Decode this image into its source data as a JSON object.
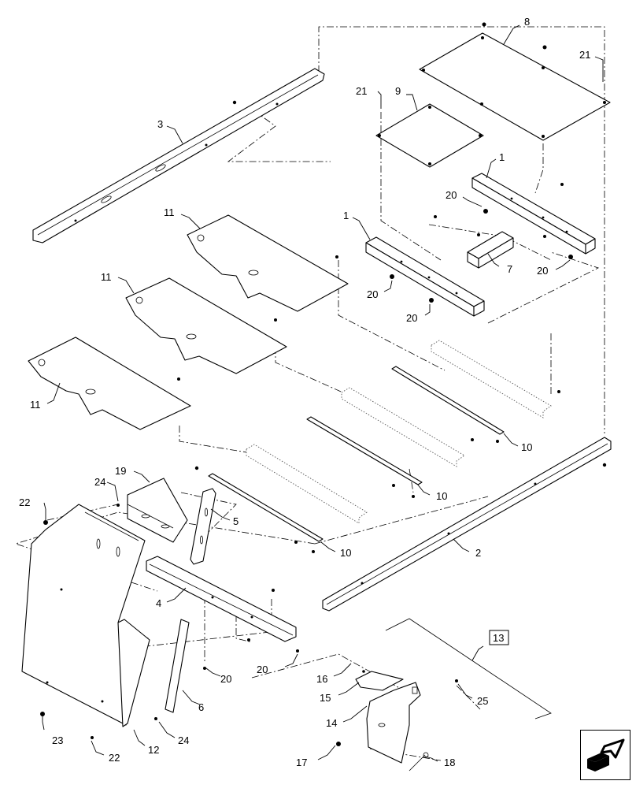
{
  "callouts": [
    {
      "id": "c8",
      "label": "8"
    },
    {
      "id": "c21a",
      "label": "21"
    },
    {
      "id": "c21b",
      "label": "21"
    },
    {
      "id": "c9",
      "label": "9"
    },
    {
      "id": "c3",
      "label": "3"
    },
    {
      "id": "c1a",
      "label": "1"
    },
    {
      "id": "c1b",
      "label": "1"
    },
    {
      "id": "c20a",
      "label": "20"
    },
    {
      "id": "c20b",
      "label": "20"
    },
    {
      "id": "c20c",
      "label": "20"
    },
    {
      "id": "c20d",
      "label": "20"
    },
    {
      "id": "c20e",
      "label": "20"
    },
    {
      "id": "c20f",
      "label": "20"
    },
    {
      "id": "c7",
      "label": "7"
    },
    {
      "id": "c11a",
      "label": "11"
    },
    {
      "id": "c11b",
      "label": "11"
    },
    {
      "id": "c11c",
      "label": "11"
    },
    {
      "id": "c10a",
      "label": "10"
    },
    {
      "id": "c10b",
      "label": "10"
    },
    {
      "id": "c10c",
      "label": "10"
    },
    {
      "id": "c19",
      "label": "19"
    },
    {
      "id": "c24a",
      "label": "24"
    },
    {
      "id": "c24b",
      "label": "24"
    },
    {
      "id": "c22a",
      "label": "22"
    },
    {
      "id": "c22b",
      "label": "22"
    },
    {
      "id": "c5",
      "label": "5"
    },
    {
      "id": "c2",
      "label": "2"
    },
    {
      "id": "c4",
      "label": "4"
    },
    {
      "id": "c13",
      "label": "13"
    },
    {
      "id": "c16",
      "label": "16"
    },
    {
      "id": "c15",
      "label": "15"
    },
    {
      "id": "c14",
      "label": "14"
    },
    {
      "id": "c25",
      "label": "25"
    },
    {
      "id": "c6",
      "label": "6"
    },
    {
      "id": "c23",
      "label": "23"
    },
    {
      "id": "c12",
      "label": "12"
    },
    {
      "id": "c17",
      "label": "17"
    },
    {
      "id": "c18",
      "label": "18"
    }
  ],
  "nav_icon": {
    "name": "next-page-arrow-icon",
    "color": "#000000"
  }
}
